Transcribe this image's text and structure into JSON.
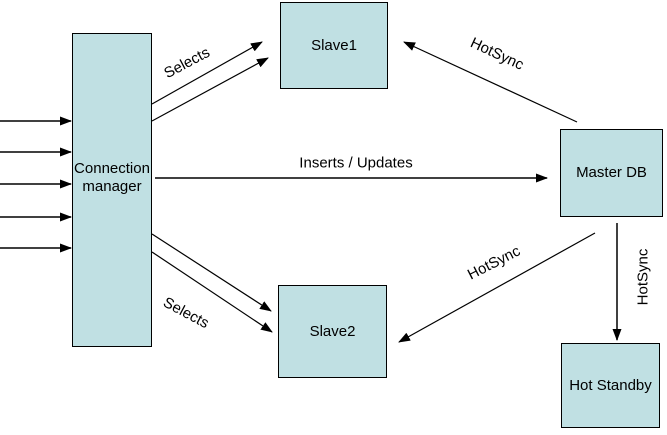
{
  "diagram": {
    "title_hint": "Database replication architecture diagram",
    "background_color": "#ffffff",
    "node_fill_color": "#c0e0e3",
    "node_border_color": "#000000",
    "incoming_client_arrow_count": 5,
    "nodes": {
      "connection_manager": {
        "label": "Connection manager"
      },
      "slave1": {
        "label": "Slave1"
      },
      "slave2": {
        "label": "Slave2"
      },
      "master_db": {
        "label": "Master DB"
      },
      "hot_standby": {
        "label": "Hot Standby"
      }
    },
    "labels": {
      "selects_top": "Selects",
      "selects_bottom": "Selects",
      "inserts_updates": "Inserts / Updates",
      "hotsync_slave1": "HotSync",
      "hotsync_slave2": "HotSync",
      "hotsync_standby": "HotSync"
    },
    "edges": [
      {
        "from": "clients",
        "to": "connection_manager",
        "label": "",
        "count": 5
      },
      {
        "from": "connection_manager",
        "to": "slave1",
        "label": "Selects",
        "count": 2
      },
      {
        "from": "connection_manager",
        "to": "slave2",
        "label": "Selects",
        "count": 2
      },
      {
        "from": "connection_manager",
        "to": "master_db",
        "label": "Inserts / Updates",
        "count": 1
      },
      {
        "from": "master_db",
        "to": "slave1",
        "label": "HotSync",
        "count": 1
      },
      {
        "from": "master_db",
        "to": "slave2",
        "label": "HotSync",
        "count": 1
      },
      {
        "from": "master_db",
        "to": "hot_standby",
        "label": "HotSync",
        "count": 1
      }
    ]
  }
}
